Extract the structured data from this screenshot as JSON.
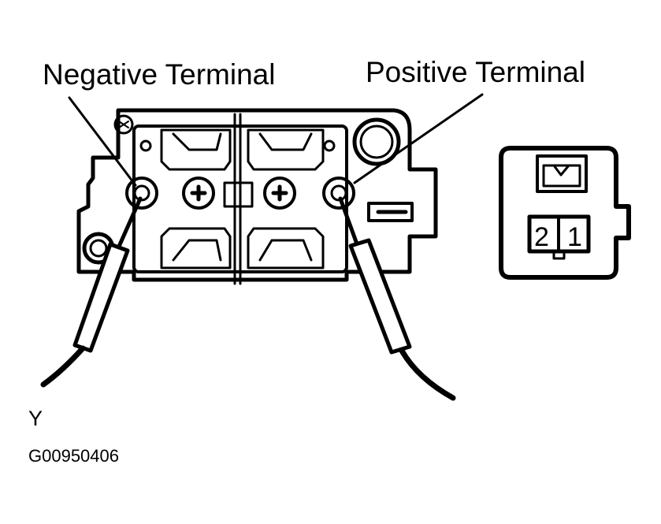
{
  "labels": {
    "negative_terminal": "Negative Terminal",
    "positive_terminal": "Positive Terminal",
    "view_letter": "Y",
    "figure_code": "G00950406"
  },
  "connector": {
    "pins": [
      "2",
      "1"
    ]
  },
  "colors": {
    "ink": "#000000",
    "paper": "#ffffff"
  }
}
